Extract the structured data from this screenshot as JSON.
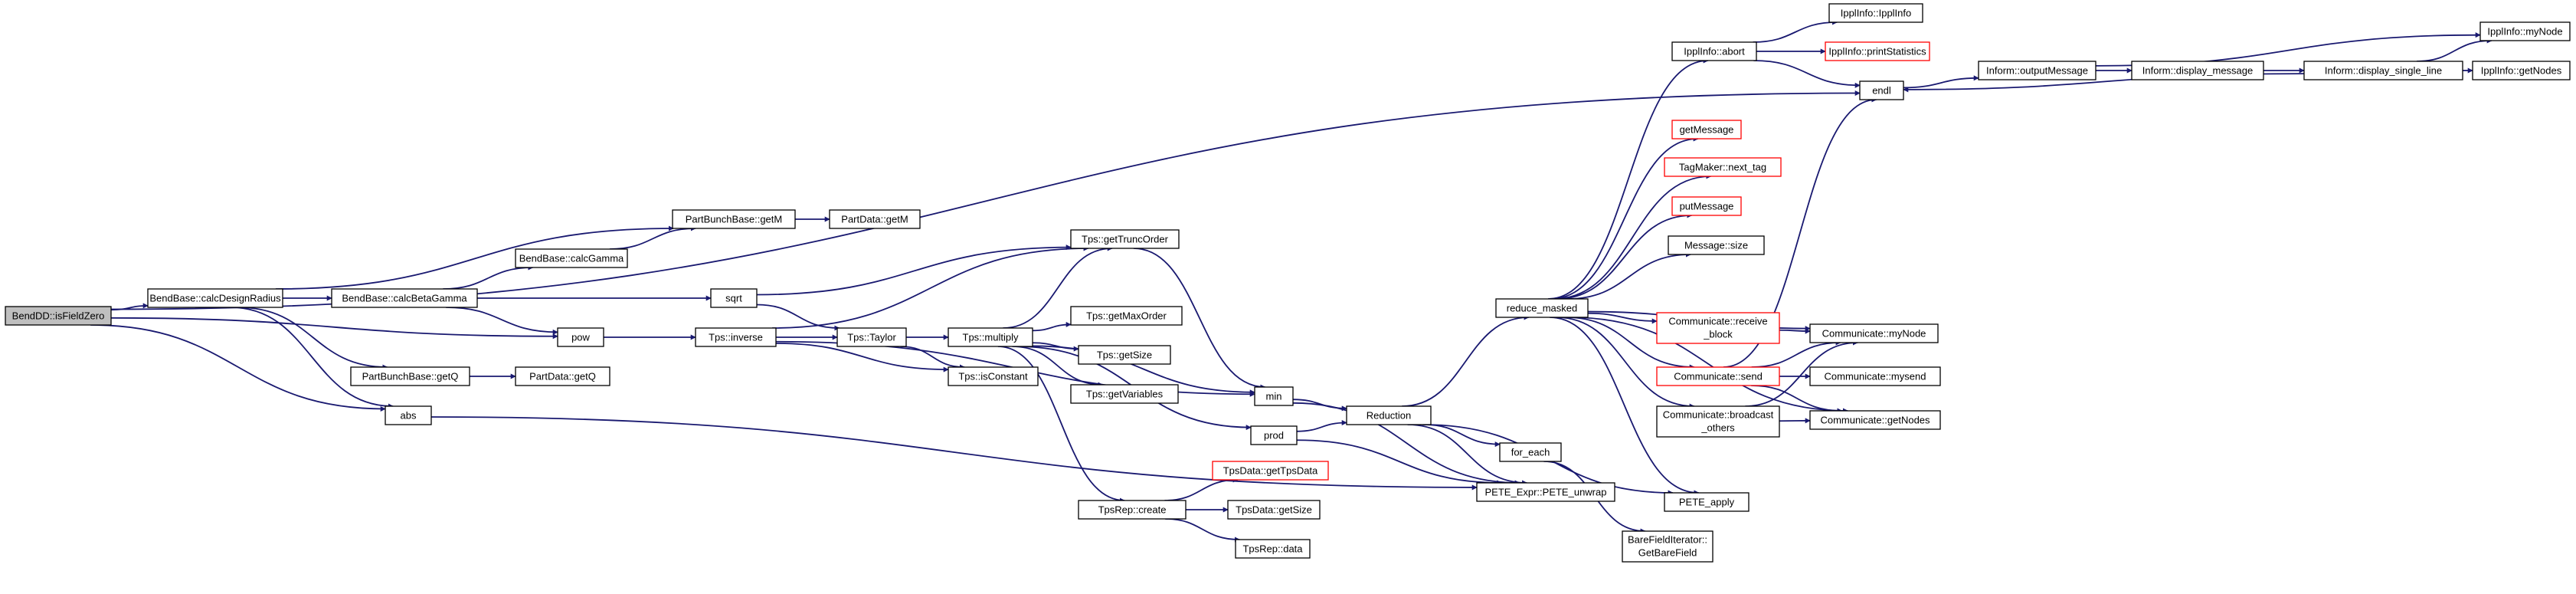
{
  "graph": {
    "nodes": [
      {
        "id": "root",
        "label": "BendDD::isFieldZero",
        "variant": "root"
      },
      {
        "id": "n1",
        "label": "BendBase::calcDesignRadius"
      },
      {
        "id": "n2",
        "label": "BendBase::calcBetaGamma"
      },
      {
        "id": "n3",
        "label": "BendBase::calcGamma"
      },
      {
        "id": "n4",
        "label": "PartBunchBase::getM"
      },
      {
        "id": "n5",
        "label": "PartData::getM"
      },
      {
        "id": "n6",
        "label": "PartBunchBase::getQ"
      },
      {
        "id": "n7",
        "label": "PartData::getQ"
      },
      {
        "id": "n8",
        "label": "sqrt"
      },
      {
        "id": "n9",
        "label": "pow"
      },
      {
        "id": "n10",
        "label": "abs"
      },
      {
        "id": "n11",
        "label": "Tps::inverse"
      },
      {
        "id": "n12",
        "label": "Tps::Taylor"
      },
      {
        "id": "n13",
        "label": "Tps::isConstant"
      },
      {
        "id": "n14",
        "label": "Tps::multiply"
      },
      {
        "id": "n15",
        "label": "Tps::getTruncOrder"
      },
      {
        "id": "n16",
        "label": "Tps::getMaxOrder"
      },
      {
        "id": "n17",
        "label": "Tps::getSize"
      },
      {
        "id": "n18",
        "label": "Tps::getVariables"
      },
      {
        "id": "n19",
        "label": "min"
      },
      {
        "id": "n20",
        "label": "prod"
      },
      {
        "id": "n21",
        "label": "TpsRep::create"
      },
      {
        "id": "n22",
        "label": "TpsData::getTpsData",
        "variant": "red"
      },
      {
        "id": "n23",
        "label": "TpsData::getSize"
      },
      {
        "id": "n24",
        "label": "TpsRep::data"
      },
      {
        "id": "n25",
        "label": "Reduction"
      },
      {
        "id": "n26",
        "label": "for_each"
      },
      {
        "id": "n27",
        "label": "PETE_Expr::PETE_unwrap"
      },
      {
        "id": "n28",
        "label": "BareFieldIterator::",
        "label2": "GetBareField"
      },
      {
        "id": "n29",
        "label": "reduce_masked"
      },
      {
        "id": "n30",
        "label": "IpplInfo::abort"
      },
      {
        "id": "n31",
        "label": "IpplInfo::IpplInfo"
      },
      {
        "id": "n32",
        "label": "IpplInfo::printStatistics",
        "variant": "red"
      },
      {
        "id": "n33",
        "label": "endl"
      },
      {
        "id": "n34",
        "label": "getMessage",
        "variant": "red"
      },
      {
        "id": "n35",
        "label": "TagMaker::next_tag",
        "variant": "red"
      },
      {
        "id": "n36",
        "label": "putMessage",
        "variant": "red"
      },
      {
        "id": "n37",
        "label": "Message::size"
      },
      {
        "id": "n38",
        "label": "Communicate::receive",
        "label2": "_block",
        "variant": "red"
      },
      {
        "id": "n39",
        "label": "Communicate::send",
        "variant": "red"
      },
      {
        "id": "n40",
        "label": "Communicate::broadcast",
        "label2": "_others"
      },
      {
        "id": "n41",
        "label": "PETE_apply"
      },
      {
        "id": "n42",
        "label": "Communicate::myNode"
      },
      {
        "id": "n43",
        "label": "Communicate::mysend"
      },
      {
        "id": "n44",
        "label": "Communicate::getNodes"
      },
      {
        "id": "n45",
        "label": "Inform::outputMessage"
      },
      {
        "id": "n46",
        "label": "Inform::display_message"
      },
      {
        "id": "n47",
        "label": "Inform::display_single_line"
      },
      {
        "id": "n48",
        "label": "IpplInfo::myNode"
      },
      {
        "id": "n49",
        "label": "IpplInfo::getNodes"
      }
    ],
    "edges": [
      [
        "root",
        "n1"
      ],
      [
        "root",
        "n33"
      ],
      [
        "root",
        "n9"
      ],
      [
        "root",
        "n10"
      ],
      [
        "n1",
        "n2"
      ],
      [
        "n1",
        "n4"
      ],
      [
        "n1",
        "n6"
      ],
      [
        "n1",
        "n10"
      ],
      [
        "n2",
        "n3"
      ],
      [
        "n2",
        "n8"
      ],
      [
        "n2",
        "n9"
      ],
      [
        "n3",
        "n4"
      ],
      [
        "n4",
        "n5"
      ],
      [
        "n6",
        "n7"
      ],
      [
        "n8",
        "n12"
      ],
      [
        "n8",
        "n15"
      ],
      [
        "n9",
        "n11"
      ],
      [
        "n10",
        "n27"
      ],
      [
        "n11",
        "n12"
      ],
      [
        "n11",
        "n13"
      ],
      [
        "n11",
        "n15"
      ],
      [
        "n11",
        "n19"
      ],
      [
        "n12",
        "n13"
      ],
      [
        "n12",
        "n14"
      ],
      [
        "n14",
        "n15"
      ],
      [
        "n14",
        "n16"
      ],
      [
        "n14",
        "n17"
      ],
      [
        "n14",
        "n18"
      ],
      [
        "n14",
        "n19"
      ],
      [
        "n14",
        "n20"
      ],
      [
        "n14",
        "n21"
      ],
      [
        "n15",
        "n19"
      ],
      [
        "n19",
        "n25"
      ],
      [
        "n19",
        "n27"
      ],
      [
        "n20",
        "n25"
      ],
      [
        "n20",
        "n27"
      ],
      [
        "n21",
        "n22"
      ],
      [
        "n21",
        "n23"
      ],
      [
        "n21",
        "n24"
      ],
      [
        "n25",
        "n26"
      ],
      [
        "n25",
        "n27"
      ],
      [
        "n25",
        "n29"
      ],
      [
        "n25",
        "n41"
      ],
      [
        "n26",
        "n28"
      ],
      [
        "n29",
        "n30"
      ],
      [
        "n29",
        "n34"
      ],
      [
        "n29",
        "n35"
      ],
      [
        "n29",
        "n36"
      ],
      [
        "n29",
        "n37"
      ],
      [
        "n29",
        "n38"
      ],
      [
        "n29",
        "n39"
      ],
      [
        "n29",
        "n40"
      ],
      [
        "n29",
        "n41"
      ],
      [
        "n29",
        "n42"
      ],
      [
        "n29",
        "n44"
      ],
      [
        "n30",
        "n31"
      ],
      [
        "n30",
        "n32"
      ],
      [
        "n30",
        "n33"
      ],
      [
        "n33",
        "n45"
      ],
      [
        "n38",
        "n42"
      ],
      [
        "n39",
        "n33"
      ],
      [
        "n39",
        "n42"
      ],
      [
        "n39",
        "n43"
      ],
      [
        "n39",
        "n44"
      ],
      [
        "n40",
        "n42"
      ],
      [
        "n40",
        "n44"
      ],
      [
        "n45",
        "n46"
      ],
      [
        "n45",
        "n48"
      ],
      [
        "n46",
        "n47"
      ],
      [
        "n47",
        "n33"
      ],
      [
        "n47",
        "n48"
      ],
      [
        "n47",
        "n49"
      ]
    ]
  }
}
